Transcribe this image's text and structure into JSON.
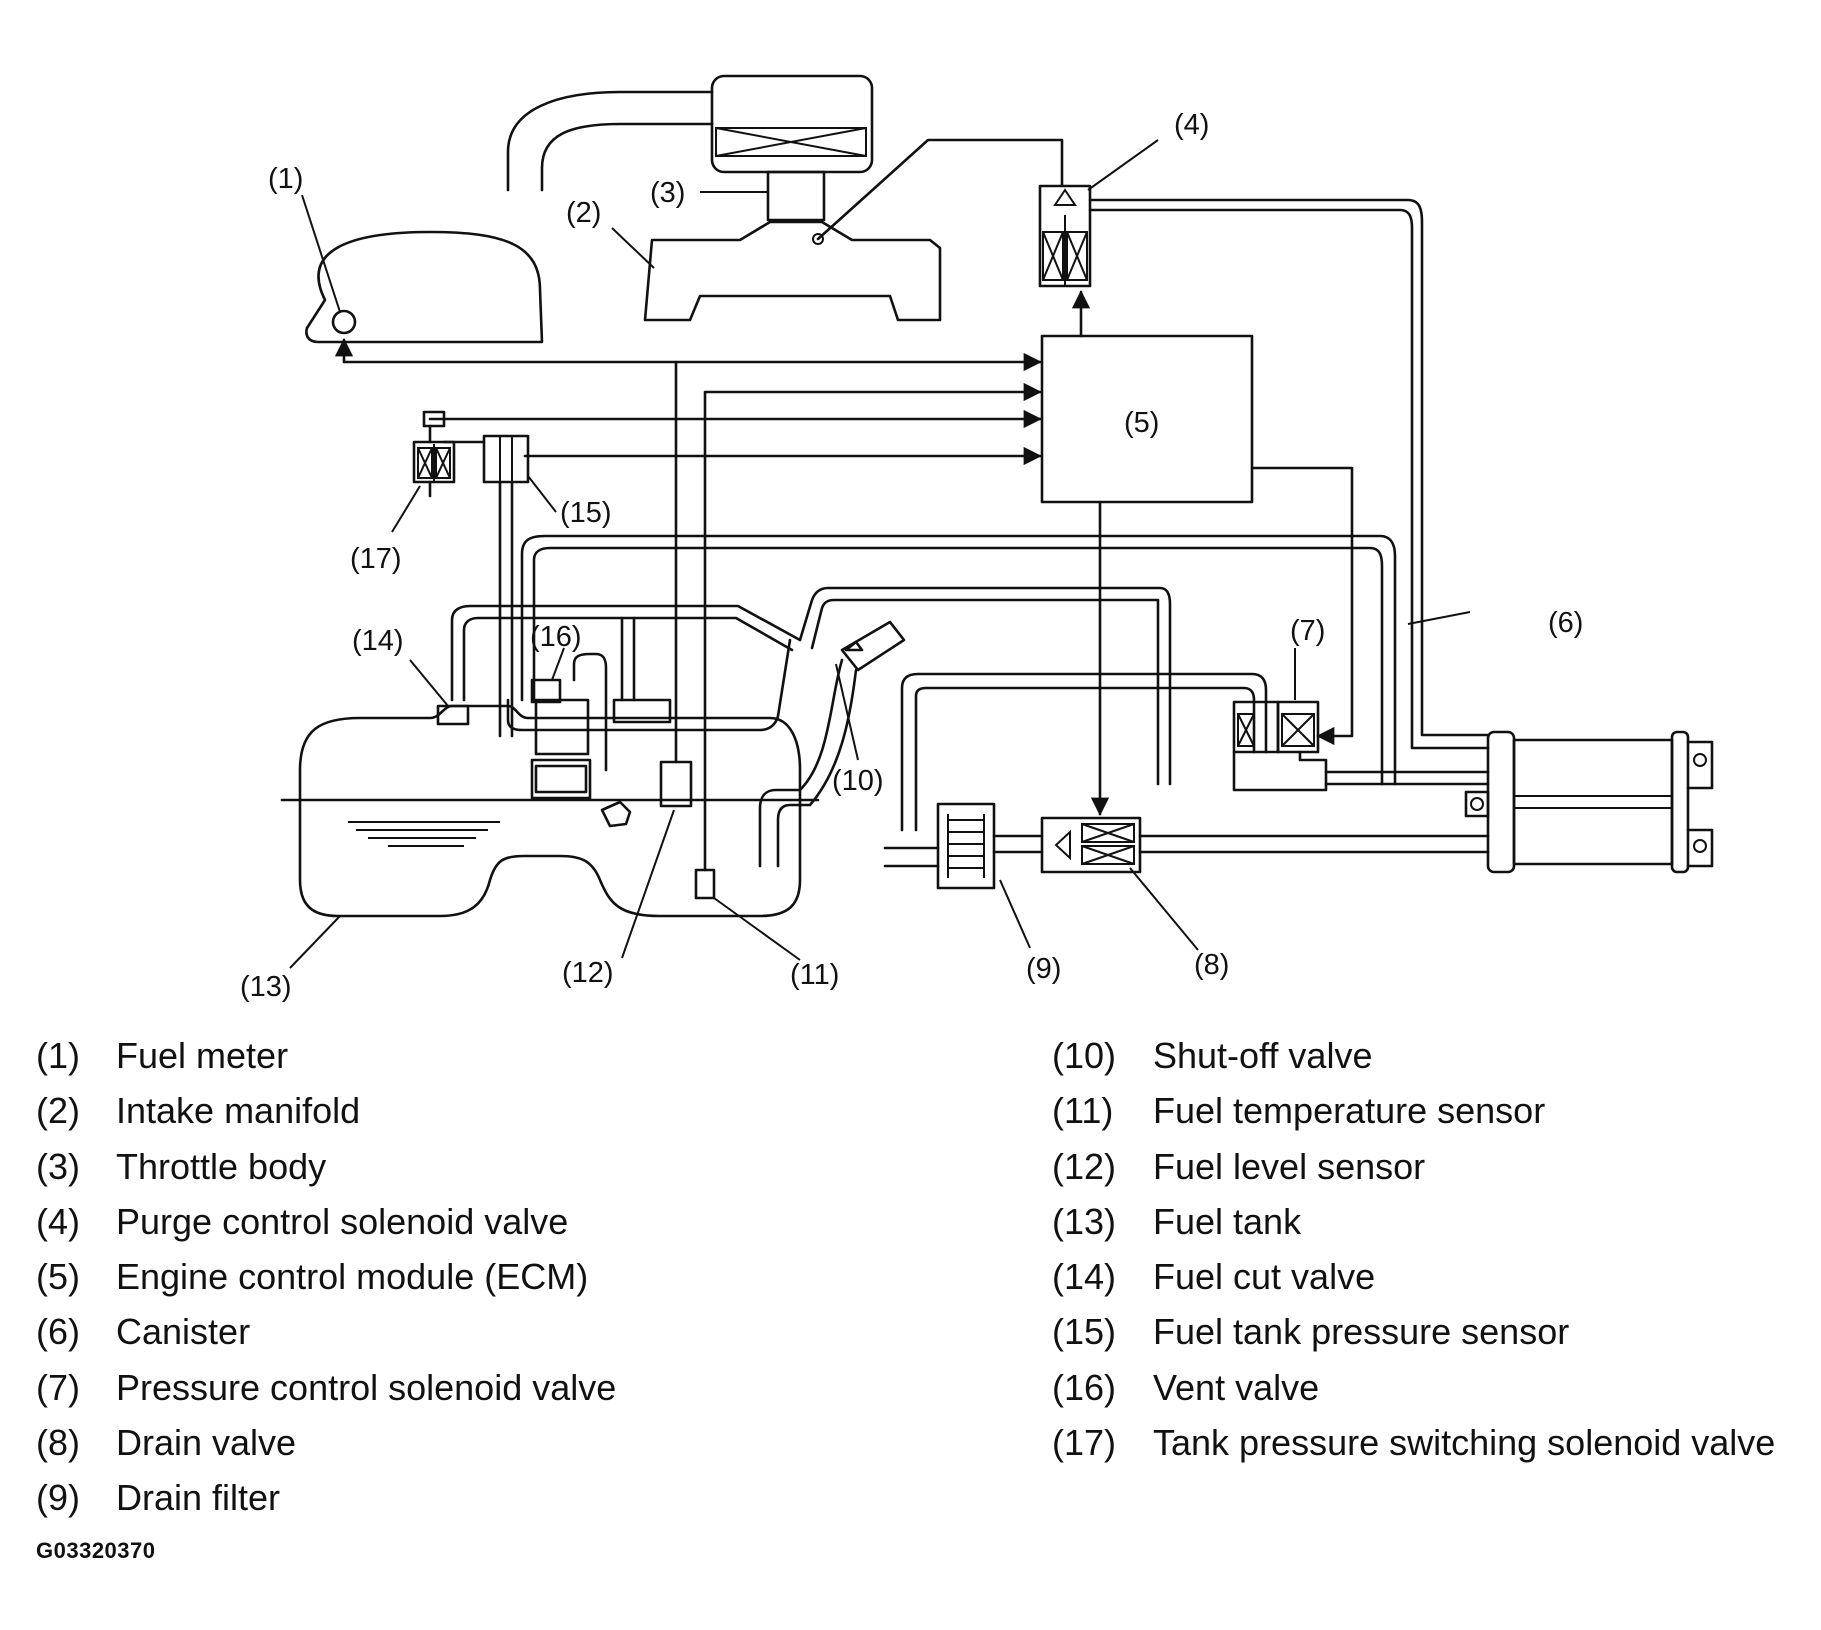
{
  "callouts": {
    "c1": "(1)",
    "c2": "(2)",
    "c3": "(3)",
    "c4": "(4)",
    "c5": "(5)",
    "c6": "(6)",
    "c7": "(7)",
    "c8": "(8)",
    "c9": "(9)",
    "c10": "(10)",
    "c11": "(11)",
    "c12": "(12)",
    "c13": "(13)",
    "c14": "(14)",
    "c15": "(15)",
    "c16": "(16)",
    "c17": "(17)"
  },
  "legend": {
    "left": [
      {
        "num": "(1)",
        "label": "Fuel meter"
      },
      {
        "num": "(2)",
        "label": "Intake manifold"
      },
      {
        "num": "(3)",
        "label": "Throttle body"
      },
      {
        "num": "(4)",
        "label": "Purge control solenoid valve"
      },
      {
        "num": "(5)",
        "label": "Engine control module (ECM)"
      },
      {
        "num": "(6)",
        "label": "Canister"
      },
      {
        "num": "(7)",
        "label": "Pressure control solenoid valve"
      },
      {
        "num": "(8)",
        "label": "Drain valve"
      },
      {
        "num": "(9)",
        "label": "Drain filter"
      }
    ],
    "right": [
      {
        "num": "(10)",
        "label": "Shut-off valve"
      },
      {
        "num": "(11)",
        "label": "Fuel temperature sensor"
      },
      {
        "num": "(12)",
        "label": "Fuel level sensor"
      },
      {
        "num": "(13)",
        "label": "Fuel tank"
      },
      {
        "num": "(14)",
        "label": "Fuel cut valve"
      },
      {
        "num": "(15)",
        "label": "Fuel tank pressure sensor"
      },
      {
        "num": "(16)",
        "label": "Vent valve"
      },
      {
        "num": "(17)",
        "label": "Tank pressure switching solenoid valve"
      }
    ]
  },
  "figure_code": "G03320370"
}
